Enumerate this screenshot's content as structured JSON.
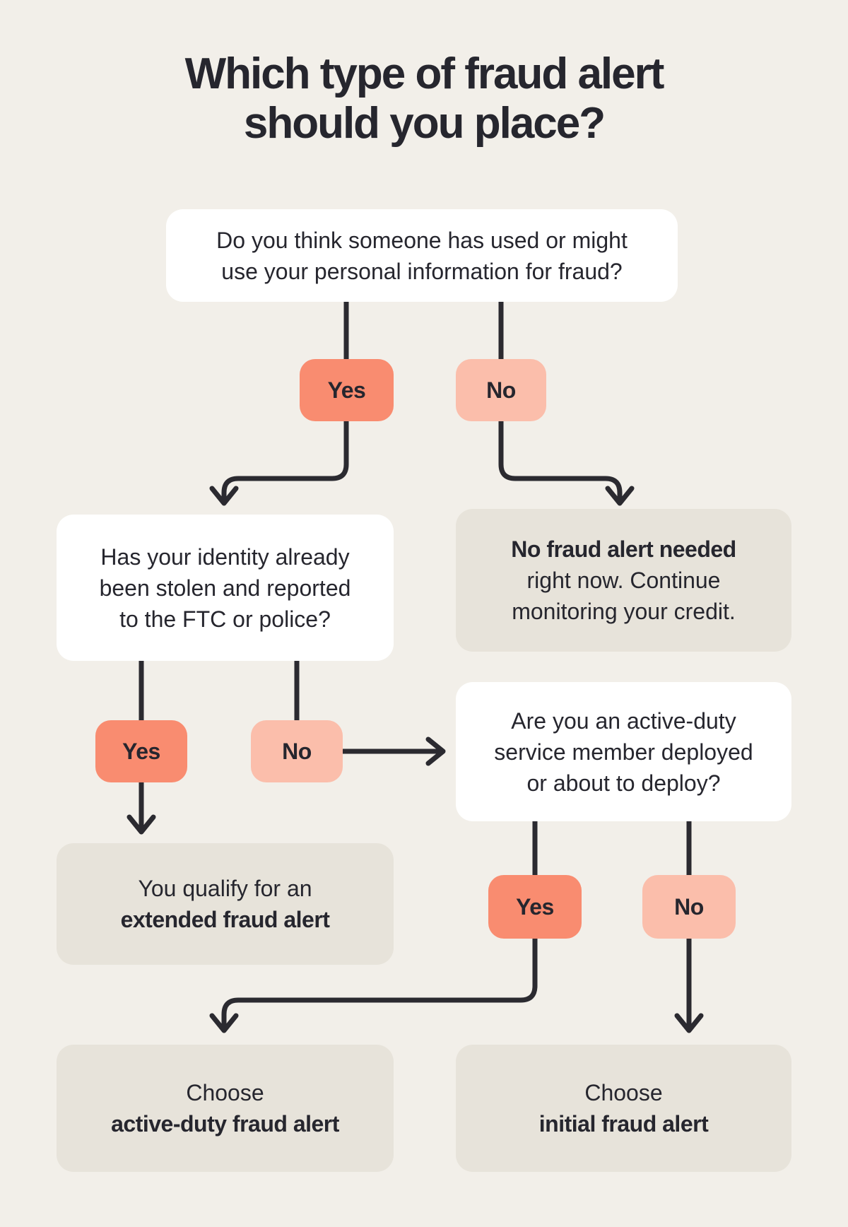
{
  "title": {
    "line1": "Which type of fraud alert",
    "line2": "should you place?"
  },
  "colors": {
    "background": "#F2EFE9",
    "card_white": "#FFFFFF",
    "card_neutral": "#E7E3DA",
    "yes_fill": "#F98C70",
    "no_fill": "#FBBEAB",
    "connector": "#2B2A30",
    "text_dark": "#26262E"
  },
  "q1": {
    "line1": "Do you think someone has used or might",
    "line2": "use your personal information for fraud?",
    "yes": "Yes",
    "no": "No"
  },
  "q2": {
    "line1": "Has your identity already",
    "line2": "been stolen and reported",
    "line3": "to the FTC or police?",
    "yes": "Yes",
    "no": "No"
  },
  "no_alert_result": {
    "line1_bold": "No fraud alert needed",
    "line2": "right now. Continue",
    "line3": "monitoring your credit."
  },
  "q3": {
    "line1": "Are you an active-duty",
    "line2": "service member deployed",
    "line3": "or about to deploy?",
    "yes": "Yes",
    "no": "No"
  },
  "extended_result": {
    "line1": "You qualify for an",
    "line2_bold": "extended fraud alert"
  },
  "active_duty_result": {
    "line1": "Choose",
    "line2_bold": "active-duty fraud alert"
  },
  "initial_result": {
    "line1": "Choose",
    "line2_bold": "initial fraud alert"
  }
}
